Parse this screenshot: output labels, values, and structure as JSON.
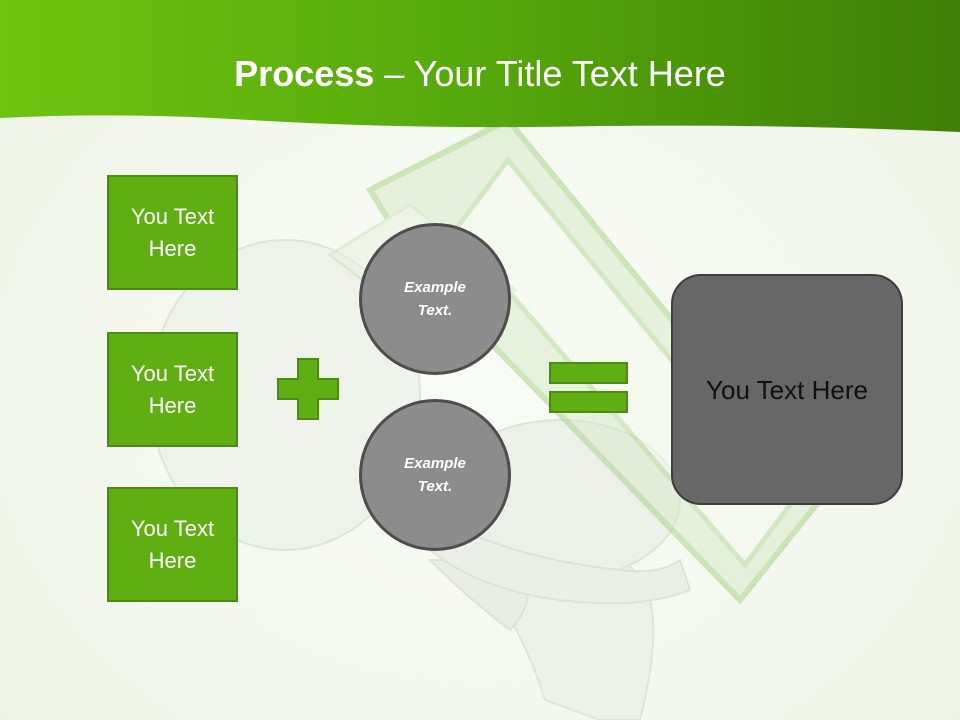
{
  "title": {
    "bold": "Process",
    "rest": " – Your Title Text Here"
  },
  "inputs": [
    {
      "label": "You Text Here"
    },
    {
      "label": "You Text Here"
    },
    {
      "label": "You Text Here"
    }
  ],
  "circles": [
    {
      "label": "Example Text."
    },
    {
      "label": "Example Text."
    }
  ],
  "result": {
    "label": "You Text Here"
  },
  "symbols": {
    "plus": "plus-icon",
    "equals": "equals-icon"
  },
  "colors": {
    "banner_green": "#5fae12",
    "box_green": "#5fae12",
    "circle_gray": "#8c8c8c",
    "result_gray": "#676767"
  }
}
